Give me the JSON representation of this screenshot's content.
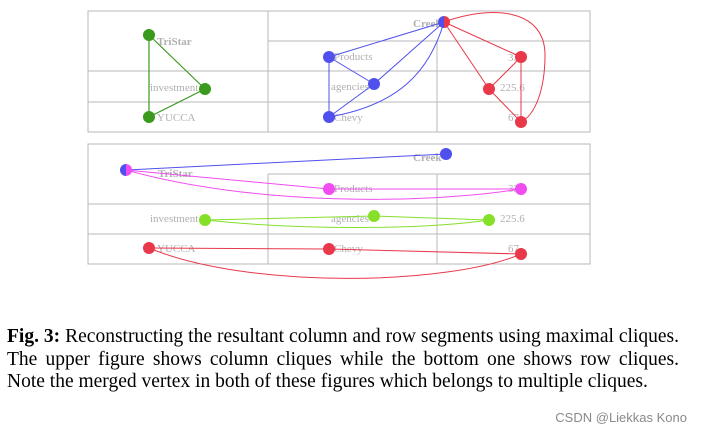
{
  "labels": {
    "tristar": "TriStar",
    "investment": "investment",
    "yucca": "YUCCA",
    "creek": "Creek",
    "products": "Products",
    "agencies": "agencies",
    "chevy": "Chevy",
    "v33": "33",
    "v2256": "225.6",
    "v67": "67"
  },
  "colors": {
    "green": "#3a9a1e",
    "blue": "#5050ee",
    "red": "#e8384a",
    "magenta": "#f04cf0",
    "lime": "#86e02a"
  },
  "caption": {
    "label": "Fig. 3:",
    "text": " Reconstructing the resultant column and row segments using maximal cliques. The upper figure shows column cliques while the bottom one shows row cliques. Note the merged vertex in both of these figures which belongs to multiple cliques."
  },
  "watermark": "CSDN @Liekkas Kono"
}
